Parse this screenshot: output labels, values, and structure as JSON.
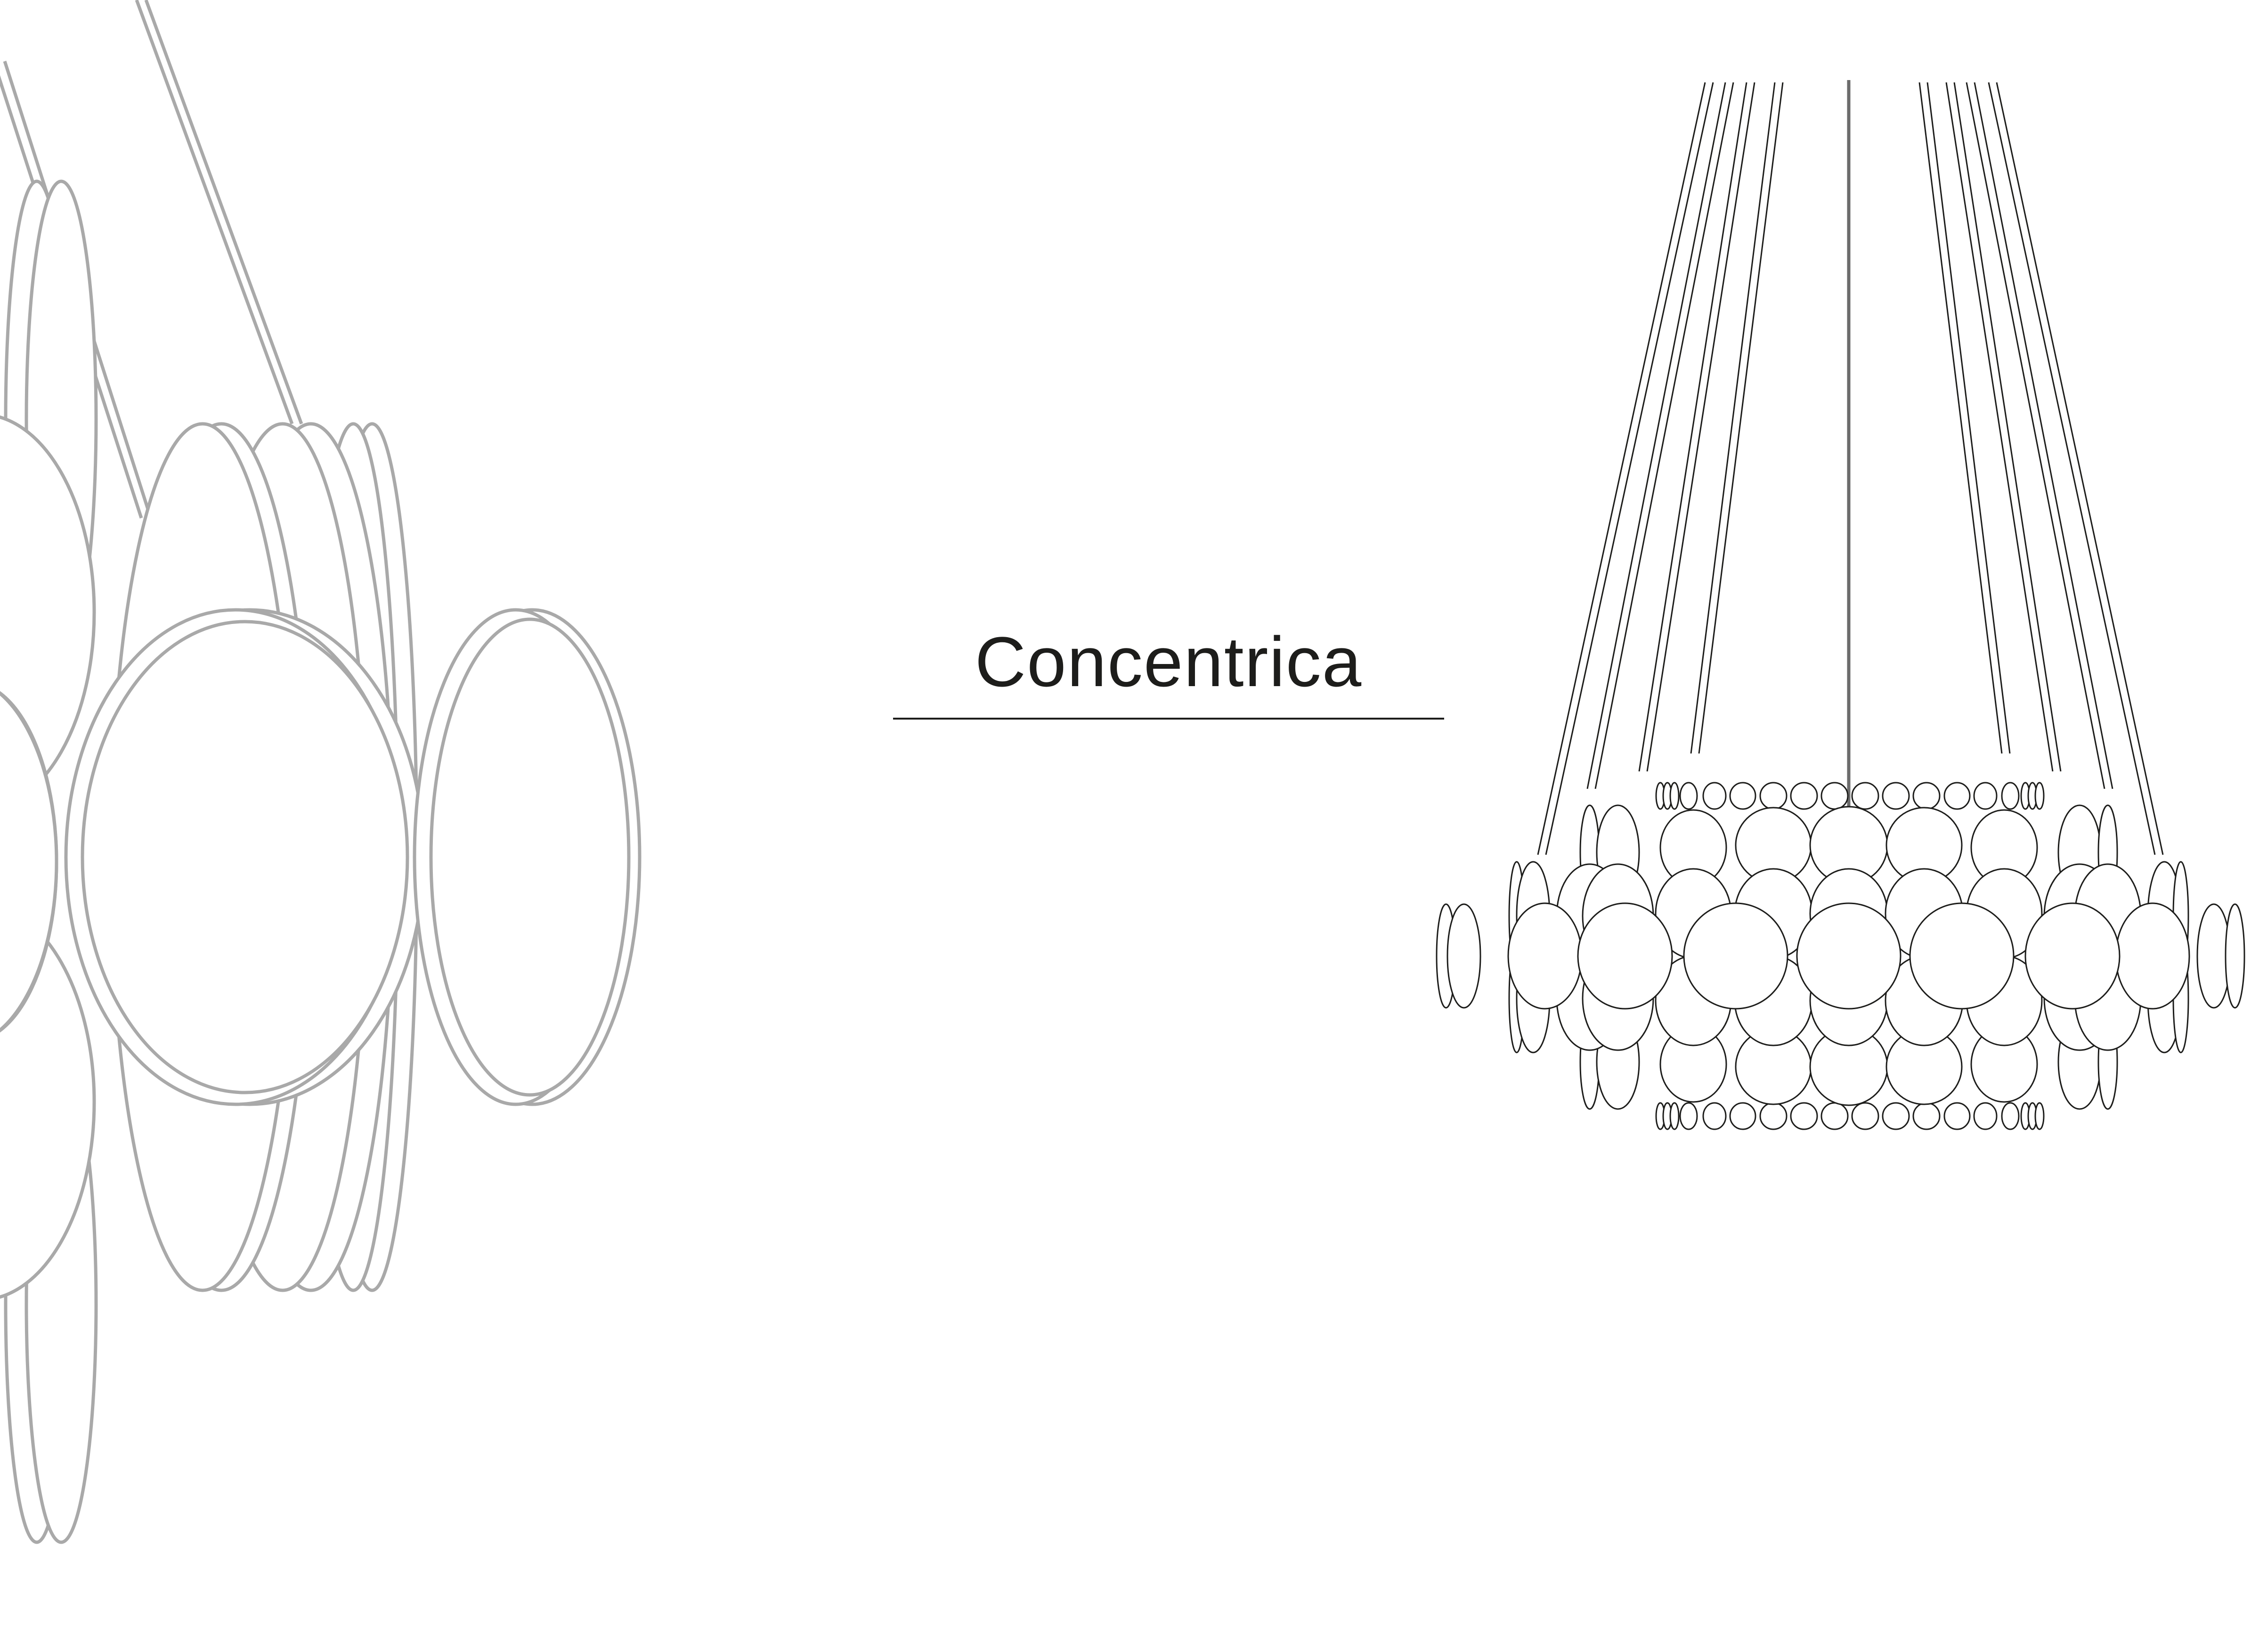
{
  "page": {
    "title": "Concentrica"
  },
  "colors": {
    "title_text": "#1d1d1b",
    "rule": "#1d1d1b",
    "background_lines": "#a9a9a9",
    "chandelier_lines": "#1d1d1b",
    "background": "#ffffff"
  },
  "icons": {
    "background": "chandelier-closeup-illustration",
    "product": "chandelier-illustration"
  }
}
